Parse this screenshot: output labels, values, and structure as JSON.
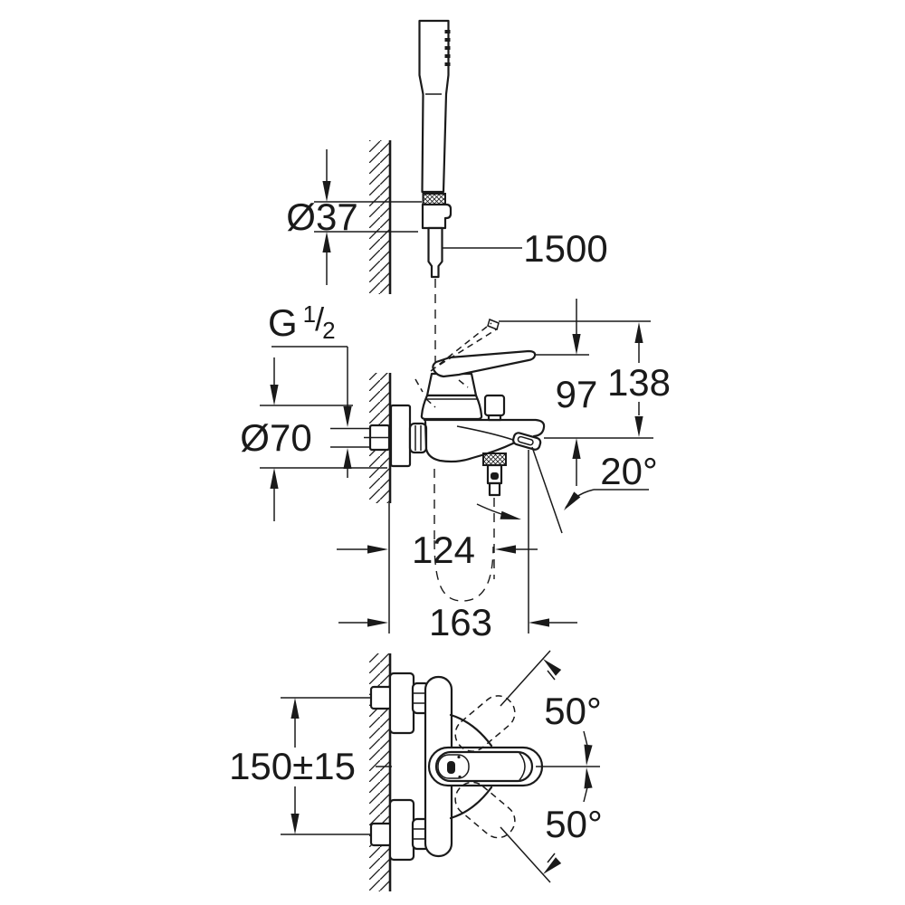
{
  "drawing": {
    "background_color": "#ffffff",
    "ink_color": "#1a1a1a",
    "dimensions": {
      "shower_bracket_diameter": "Ø37",
      "shower_hose_length": "1500",
      "thread": {
        "letter": "G",
        "sup": "1",
        "slash": "/",
        "sub": "2"
      },
      "escutcheon_diameter": "Ø70",
      "height_to_lever": "97",
      "height_overall": "138",
      "spout_angle": "20°",
      "wall_to_hose_outlet": "124",
      "wall_to_spout_tip": "163",
      "connection_spacing": "150±15",
      "lever_swing_upper": "50°",
      "lever_swing_lower": "50°"
    }
  }
}
